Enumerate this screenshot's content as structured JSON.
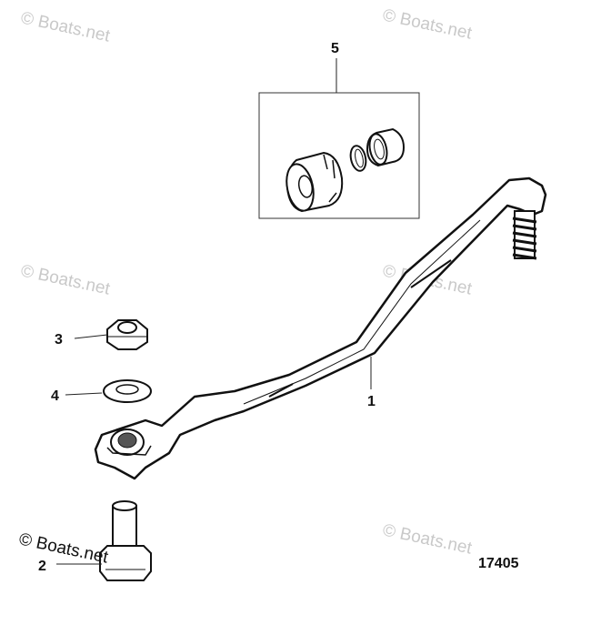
{
  "diagram": {
    "callouts": [
      {
        "id": "1",
        "label": "1"
      },
      {
        "id": "2",
        "label": "2"
      },
      {
        "id": "3",
        "label": "3"
      },
      {
        "id": "4",
        "label": "4"
      },
      {
        "id": "5",
        "label": "5"
      }
    ],
    "drawing_number": "17405",
    "watermark": "© Boats.net",
    "copyright_notice": "© Boats.net"
  }
}
